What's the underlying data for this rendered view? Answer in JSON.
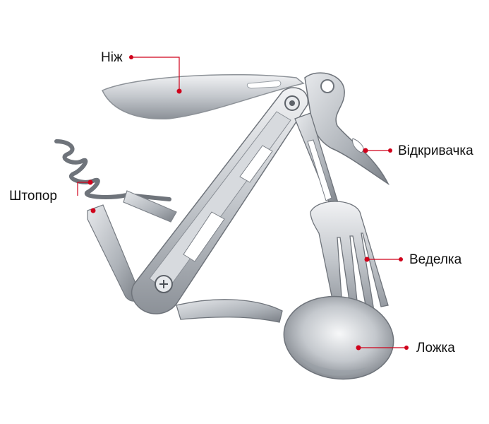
{
  "product": {
    "callouts": {
      "knife": "Ніж",
      "opener": "Відкривачка",
      "corkscrew": "Штопор",
      "fork": "Веделка",
      "spoon": "Ложка"
    }
  },
  "colors": {
    "marker": "#d0021b",
    "line": "#d0021b",
    "steel_light": "#e9ebee",
    "steel_mid": "#b9bdc3",
    "steel_dark": "#6f747b",
    "background": "#ffffff"
  }
}
